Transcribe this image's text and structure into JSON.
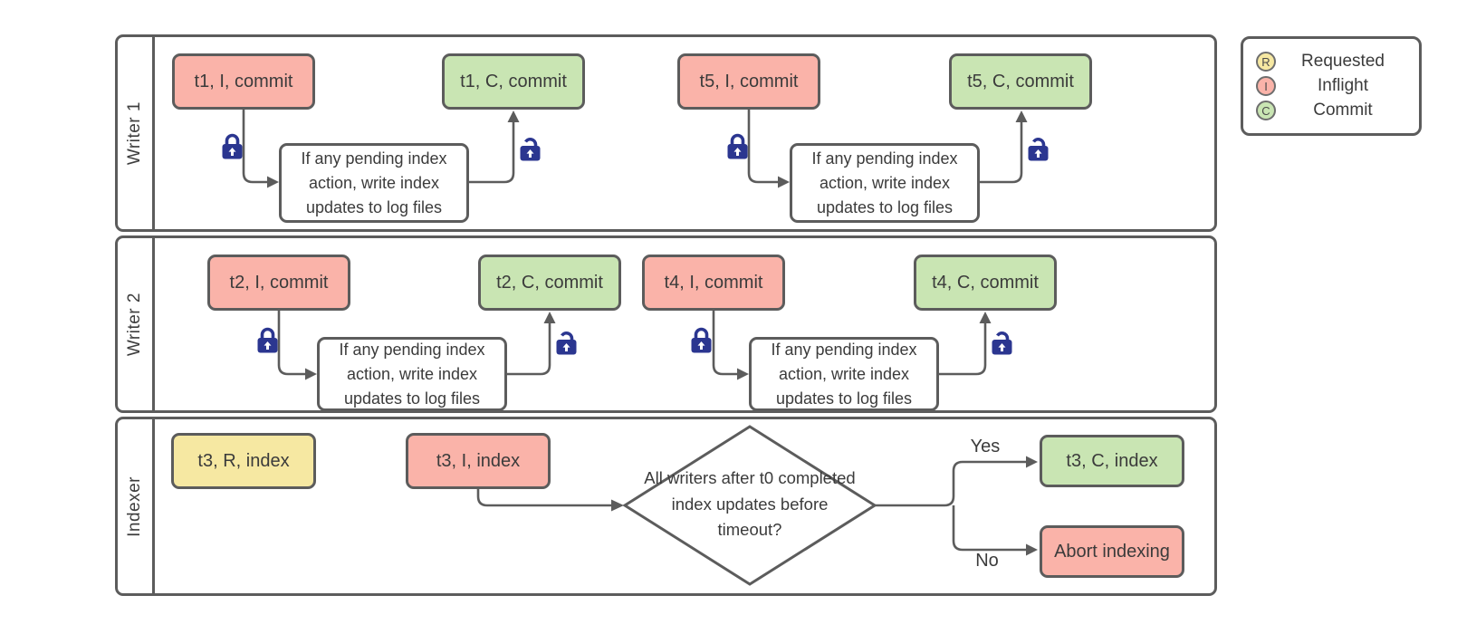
{
  "lanes": {
    "writer1": "Writer 1",
    "writer2": "Writer 2",
    "indexer": "Indexer"
  },
  "nodes": {
    "t1_inflight": "t1, I, commit",
    "t1_commit": "t1, C, commit",
    "t5_inflight": "t5, I, commit",
    "t5_commit": "t5, C, commit",
    "t2_inflight": "t2, I, commit",
    "t2_commit": "t2, C, commit",
    "t4_inflight": "t4, I, commit",
    "t4_commit": "t4, C, commit",
    "t3_requested": "t3, R, index",
    "t3_inflight": "t3, I, index",
    "t3_commit": "t3, C, index",
    "abort": "Abort indexing",
    "note": "If any pending index action, write index updates to log files",
    "decision": "All writers after t0 completed index updates before timeout?"
  },
  "edge_labels": {
    "yes": "Yes",
    "no": "No"
  },
  "legend": {
    "items": [
      {
        "letter": "R",
        "label": "Requested",
        "state": "requested"
      },
      {
        "letter": "I",
        "label": "Inflight",
        "state": "inflight"
      },
      {
        "letter": "C",
        "label": "Commit",
        "state": "commit"
      }
    ]
  },
  "colors": {
    "requested_fill": "#f6e8a2",
    "inflight_fill": "#fab3a9",
    "commit_fill": "#c9e5b3",
    "line": "#5c5c5c",
    "lock": "#2b3690",
    "text": "#3d3d3d"
  }
}
